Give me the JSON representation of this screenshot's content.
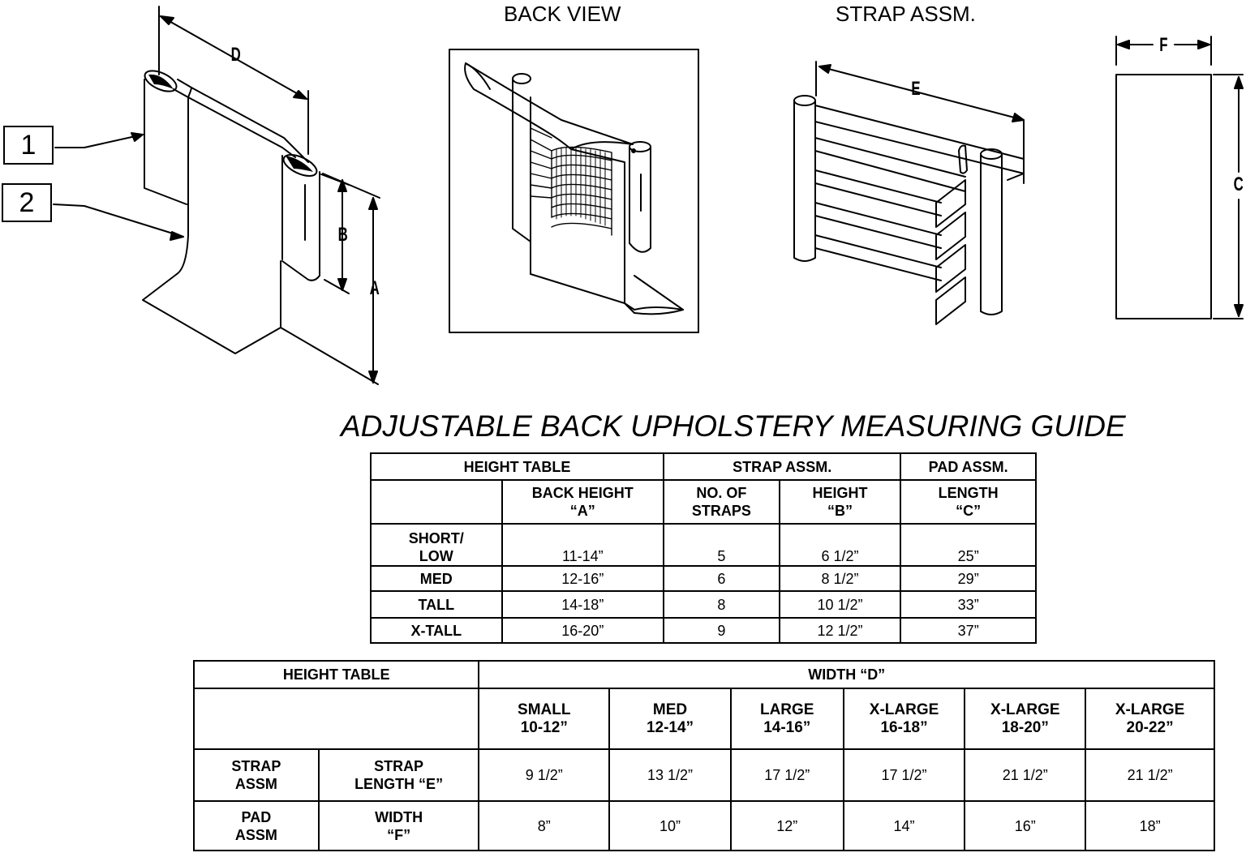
{
  "views": {
    "back_view_title": "BACK VIEW",
    "strap_assm_title": "STRAP ASSM."
  },
  "callouts": [
    "1",
    "2"
  ],
  "dimensions": {
    "d": "D",
    "b": "B",
    "a": "A",
    "e": "E",
    "f": "F",
    "c": "C"
  },
  "guide_title": "ADJUSTABLE BACK UPHOLSTERY MEASURING GUIDE",
  "table1": {
    "group_headers": [
      "HEIGHT TABLE",
      "STRAP ASSM.",
      "PAD ASSM."
    ],
    "col_headers": {
      "back_height": "BACK HEIGHT\n“A”",
      "no_straps": "NO. OF\nSTRAPS",
      "height_b": "HEIGHT\n“B”",
      "length_c": "LENGTH\n“C”"
    },
    "rows": [
      {
        "size": "SHORT/\nLOW",
        "back_height": "11-14”",
        "straps": "5",
        "height_b": "6 1/2”",
        "length_c": "25”"
      },
      {
        "size": "MED",
        "back_height": "12-16”",
        "straps": "6",
        "height_b": "8 1/2”",
        "length_c": "29”"
      },
      {
        "size": "TALL",
        "back_height": "14-18”",
        "straps": "8",
        "height_b": "10 1/2”",
        "length_c": "33”"
      },
      {
        "size": "X-TALL",
        "back_height": "16-20”",
        "straps": "9",
        "height_b": "12 1/2”",
        "length_c": "37”"
      }
    ]
  },
  "table2": {
    "group_headers": [
      "HEIGHT TABLE",
      "WIDTH “D”"
    ],
    "width_cols": [
      "SMALL\n10-12”",
      "MED\n12-14”",
      "LARGE\n14-16”",
      "X-LARGE\n16-18”",
      "X-LARGE\n18-20”",
      "X-LARGE\n20-22”"
    ],
    "rows": [
      {
        "group": "STRAP\nASSM",
        "label": "STRAP\nLENGTH “E”",
        "values": [
          "9 1/2”",
          "13 1/2”",
          "17 1/2”",
          "17 1/2”",
          "21 1/2”",
          "21 1/2”"
        ]
      },
      {
        "group": "PAD\nASSM",
        "label": "WIDTH\n“F”",
        "values": [
          "8”",
          "10”",
          "12”",
          "14”",
          "16”",
          "18”"
        ]
      }
    ]
  }
}
